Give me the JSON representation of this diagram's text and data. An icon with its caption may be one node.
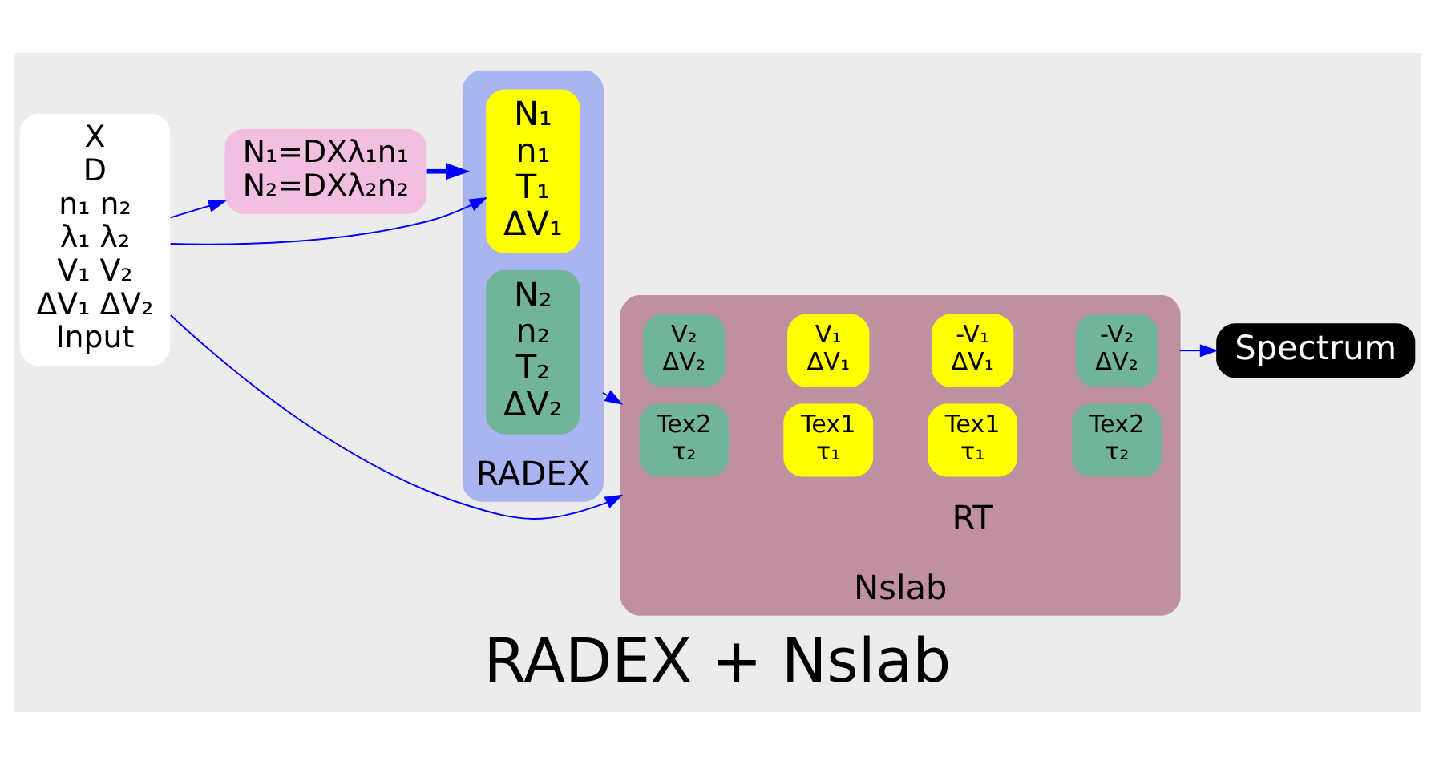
{
  "diagram": {
    "title": "RADEX + Nslab",
    "nodes": [
      {
        "text": [
          "X",
          "D",
          "n₁ n₂",
          "λ₁ λ₂",
          "V₁ V₂",
          "ΔV₁ ΔV₂",
          "Input"
        ]
      },
      {
        "text": [
          "N₁=DXλ₁n₁",
          "N₂=DXλ₂n₂"
        ]
      },
      {
        "text": [
          "RADEX"
        ]
      },
      {
        "text": [
          "N₁",
          "n₁",
          "T₁",
          "ΔV₁"
        ],
        "in": 2
      },
      {
        "text": [
          "N₂",
          "n₂",
          "T₂",
          "ΔV₂"
        ],
        "in": 2
      },
      {
        "text": [
          "Nslab"
        ]
      },
      {
        "text": [
          "Tex2",
          "τ₂"
        ],
        "in": 5
      },
      {
        "text": [
          "Tex1",
          "τ₁"
        ],
        "in": 5
      },
      {
        "text": [
          "Tex1",
          "τ₁"
        ],
        "in": 5
      },
      {
        "text": [
          "Tex2",
          "τ₂"
        ],
        "in": 5
      },
      {
        "text": [
          "V₂",
          "ΔV₂"
        ],
        "in": 5
      },
      {
        "text": [
          "V₁",
          "ΔV₁"
        ],
        "in": 5
      },
      {
        "text": [
          "-V₁",
          "ΔV₁"
        ],
        "in": 5
      },
      {
        "text": [
          "-V₂",
          "ΔV₂"
        ],
        "in": 5
      },
      {
        "text": [
          "Spectrum"
        ]
      }
    ],
    "edges": [
      {
        "from": 0,
        "to": 1,
        "arrow": "to"
      },
      {
        "from": 1,
        "to": 2,
        "arrow": "to",
        "style": "thick"
      },
      {
        "from": 0,
        "to": 3,
        "arrow": "to"
      },
      {
        "from": 2,
        "to": 5,
        "arrow": "to"
      },
      {
        "from": 0,
        "to": 5,
        "arrow": "to"
      },
      {
        "from": 5,
        "to": 14,
        "arrow": "to"
      }
    ],
    "labels": [
      "RT"
    ]
  }
}
